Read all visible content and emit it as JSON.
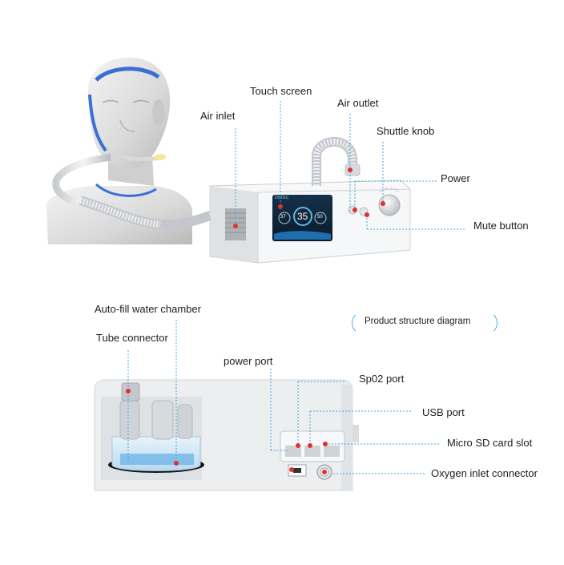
{
  "labels": {
    "touch_screen": "Touch screen",
    "air_outlet": "Air outlet",
    "air_inlet": "Air inlet",
    "shuttle_knob": "Shuttle knob",
    "power": "Power",
    "mute_button": "Mute button",
    "auto_fill": "Auto-fill water chamber",
    "tube_connector": "Tube connector",
    "power_port": "power port",
    "spo2_port": "Sp02 port",
    "usb_port": "USB port",
    "micro_sd": "Micro SD card slot",
    "oxygen_inlet": "Oxygen inlet connector"
  },
  "caption": "Product structure diagram",
  "screen": {
    "brand": "OSTEC",
    "temp_value": "37",
    "main_value": "35",
    "right_value": "50"
  },
  "colors": {
    "leader_line": "#3aa9e0",
    "marker": "#e03030",
    "device_body": "#eef0f2",
    "strap": "#3b6fd6"
  }
}
